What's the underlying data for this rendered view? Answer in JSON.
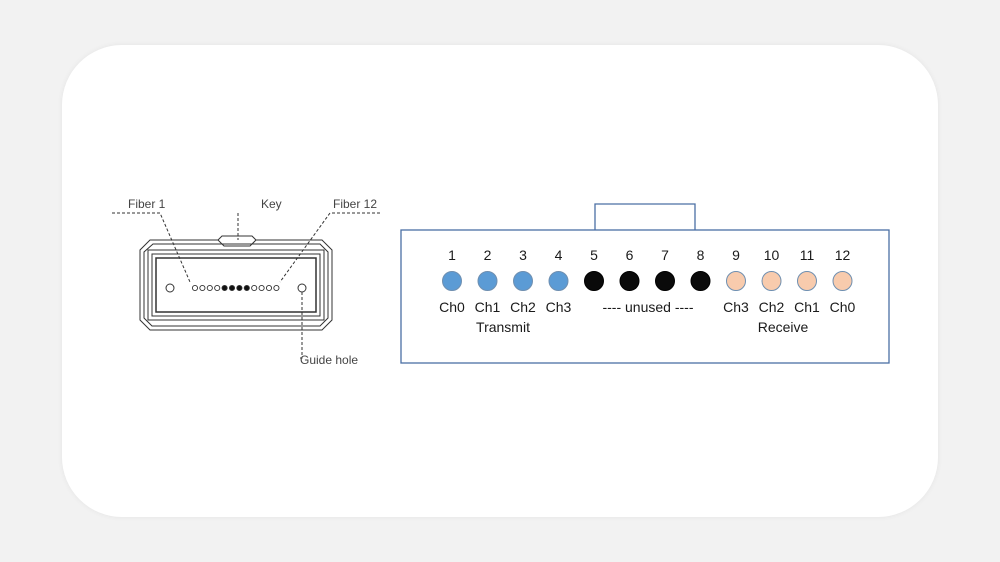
{
  "connector": {
    "fiber1_label": "Fiber 1",
    "key_label": "Key",
    "fiber12_label": "Fiber 12",
    "guide_hole_label": "Guide hole"
  },
  "pinout": {
    "fibers": [
      {
        "number": "1",
        "channel": "Ch0",
        "group": "transmit",
        "color": "#5b9bd5"
      },
      {
        "number": "2",
        "channel": "Ch1",
        "group": "transmit",
        "color": "#5b9bd5"
      },
      {
        "number": "3",
        "channel": "Ch2",
        "group": "transmit",
        "color": "#5b9bd5"
      },
      {
        "number": "4",
        "channel": "Ch3",
        "group": "transmit",
        "color": "#5b9bd5"
      },
      {
        "number": "5",
        "channel": "",
        "group": "unused",
        "color": "#0a0a0a"
      },
      {
        "number": "6",
        "channel": "",
        "group": "unused",
        "color": "#0a0a0a"
      },
      {
        "number": "7",
        "channel": "",
        "group": "unused",
        "color": "#0a0a0a"
      },
      {
        "number": "8",
        "channel": "",
        "group": "unused",
        "color": "#0a0a0a"
      },
      {
        "number": "9",
        "channel": "Ch3",
        "group": "receive",
        "color": "#f8cbad"
      },
      {
        "number": "10",
        "channel": "Ch2",
        "group": "receive",
        "color": "#f8cbad"
      },
      {
        "number": "11",
        "channel": "Ch1",
        "group": "receive",
        "color": "#f8cbad"
      },
      {
        "number": "12",
        "channel": "Ch0",
        "group": "receive",
        "color": "#f8cbad"
      }
    ],
    "unused_label": "---- unused ----",
    "transmit_label": "Transmit",
    "receive_label": "Receive"
  }
}
